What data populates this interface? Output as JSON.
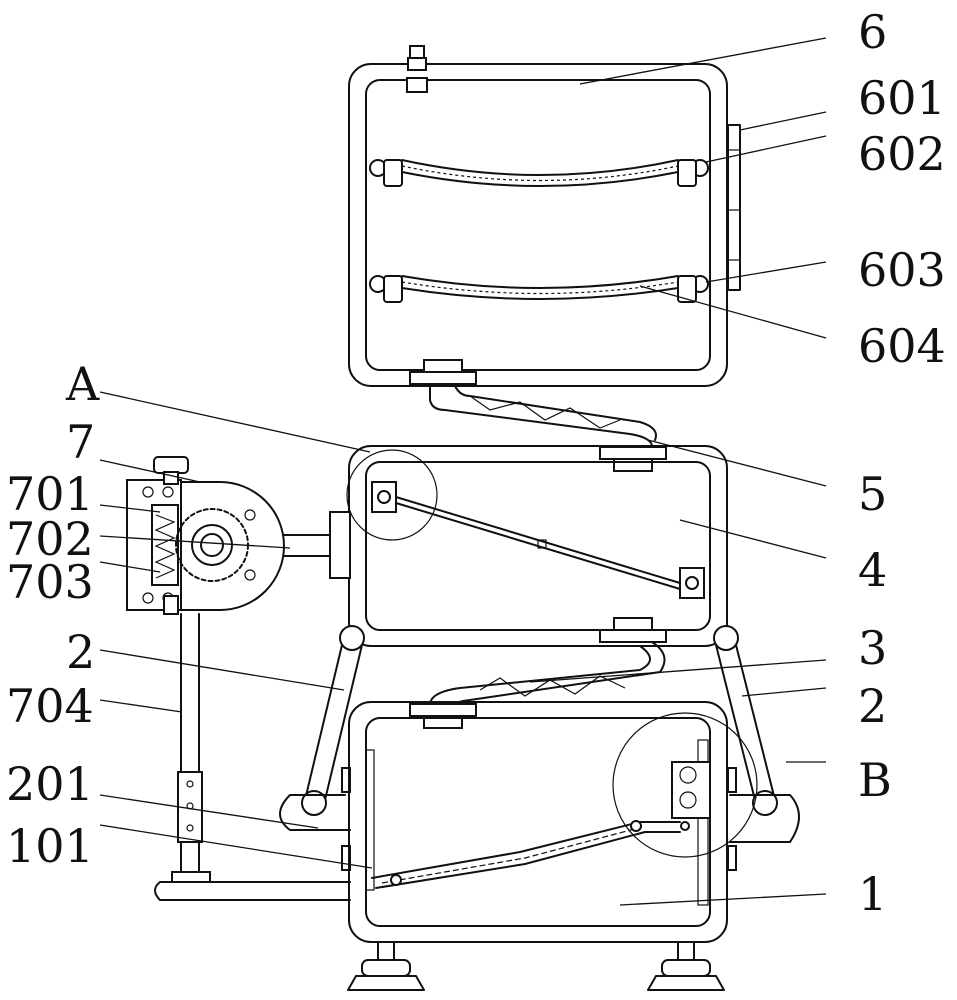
{
  "labels": {
    "l6": "6",
    "l601": "601",
    "l602": "602",
    "l603": "603",
    "l604": "604",
    "lA": "A",
    "l7": "7",
    "l701": "701",
    "l702": "702",
    "l703": "703",
    "l5": "5",
    "l4": "4",
    "l3": "3",
    "l2left": "2",
    "l2right": "2",
    "l704": "704",
    "lB": "B",
    "l201": "201",
    "l101": "101",
    "l1": "1"
  }
}
